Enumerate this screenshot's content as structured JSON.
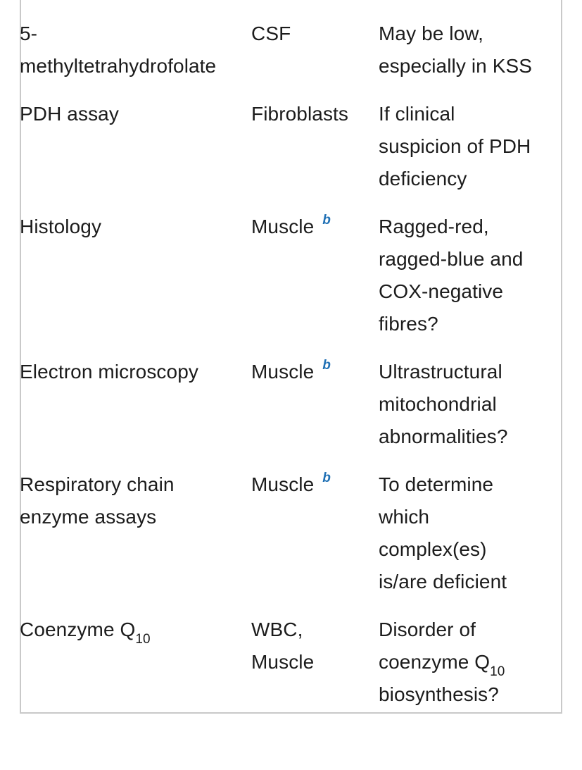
{
  "document": {
    "type": "table-fragment",
    "background_color": "#ffffff",
    "border_color": "#c9c9c9",
    "text_color": "#1c1c1c",
    "marker_color": "#2171b5",
    "footnote_marker": "b"
  },
  "table": {
    "columns": [
      {
        "key": "test",
        "header": ""
      },
      {
        "key": "tissue",
        "header": ""
      },
      {
        "key": "comment",
        "header": ""
      }
    ],
    "rows": [
      {
        "test": "5-methyltetrahydrofolate",
        "test_lines": [
          "5-",
          "methyltetrahydrofolate"
        ],
        "tissue": "CSF",
        "tissue_lines": [
          "CSF"
        ],
        "tissue_marker": "",
        "comment": "May be low, especially in KSS",
        "comment_lines": [
          "May be low,",
          "especially in KSS"
        ]
      },
      {
        "test": "PDH assay",
        "test_lines": [
          "PDH assay"
        ],
        "tissue": "Fibroblasts",
        "tissue_lines": [
          "Fibroblasts"
        ],
        "tissue_marker": "",
        "comment": "If clinical suspicion of PDH deficiency",
        "comment_lines": [
          "If clinical",
          "suspicion of PDH",
          "deficiency"
        ]
      },
      {
        "test": "Histology",
        "test_lines": [
          "Histology"
        ],
        "tissue": "Muscle",
        "tissue_lines": [
          "Muscle"
        ],
        "tissue_marker": "b",
        "comment": "Ragged-red, ragged-blue and COX-negative fibres?",
        "comment_lines": [
          "Ragged-red,",
          "ragged-blue and",
          "COX-negative",
          "fibres?"
        ]
      },
      {
        "test": "Electron microscopy",
        "test_lines": [
          "Electron microscopy"
        ],
        "tissue": "Muscle",
        "tissue_lines": [
          "Muscle"
        ],
        "tissue_marker": "b",
        "comment": "Ultrastructural mitochondrial abnormalities?",
        "comment_lines": [
          "Ultrastructural",
          "mitochondrial",
          "abnormalities?"
        ]
      },
      {
        "test": "Respiratory chain enzyme assays",
        "test_lines": [
          "Respiratory chain",
          "enzyme assays"
        ],
        "tissue": "Muscle",
        "tissue_lines": [
          "Muscle"
        ],
        "tissue_marker": "b",
        "comment": "To determine which complex(es) is/are deficient",
        "comment_lines": [
          "To determine",
          "which",
          "complex(es)",
          "is/are deficient"
        ]
      },
      {
        "test": "Coenzyme Q10",
        "test_prefix": "Coenzyme Q",
        "test_subscript": "10",
        "tissue": "WBC, Muscle",
        "tissue_lines": [
          "WBC,",
          "Muscle"
        ],
        "tissue_marker": "",
        "comment": "Disorder of coenzyme Q10 biosynthesis?",
        "comment_line_1": "Disorder of",
        "comment_line_2_prefix": "coenzyme Q",
        "comment_line_2_subscript": "10",
        "comment_line_3": "biosynthesis?"
      }
    ]
  }
}
